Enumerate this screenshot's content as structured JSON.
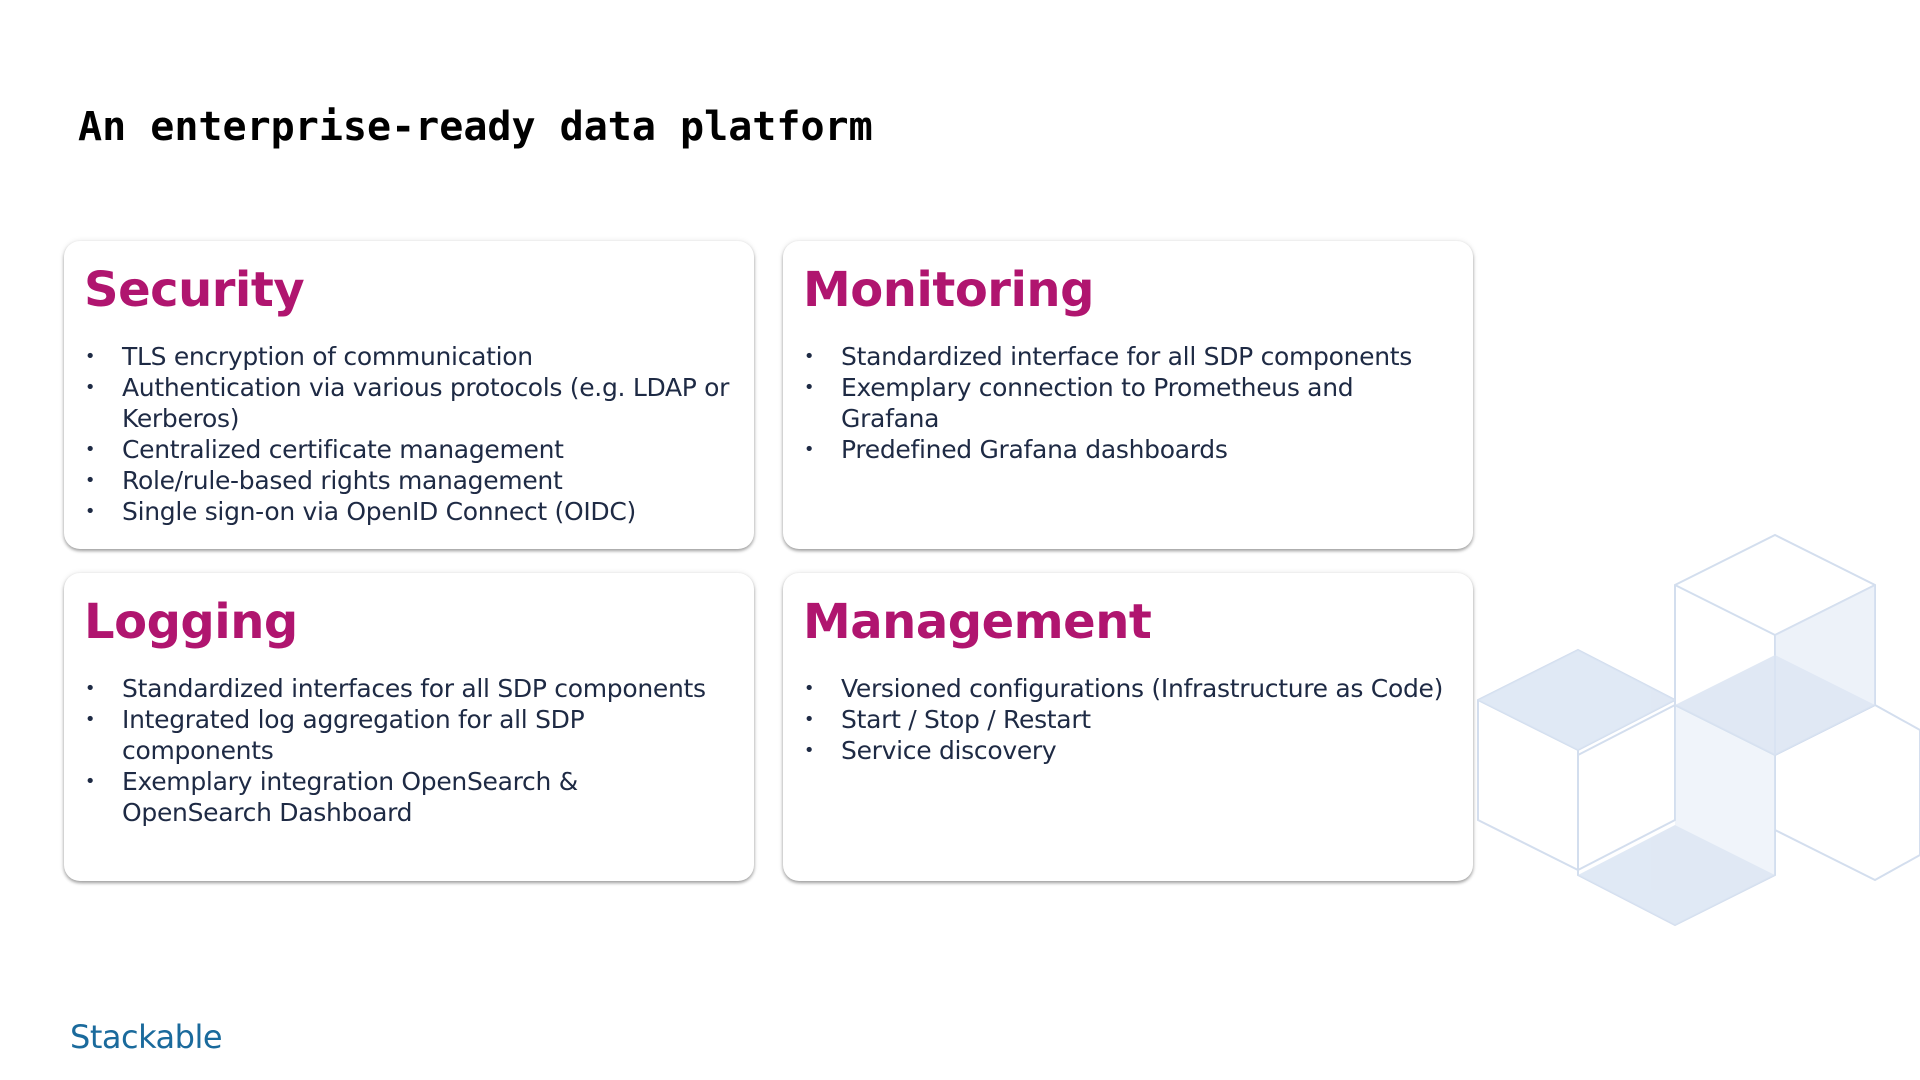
{
  "slide": {
    "title": "An enterprise-ready data platform"
  },
  "colors": {
    "accent": "#b0156f",
    "body_text": "#1e2a44",
    "logo": "#1a6a9c",
    "cube_light": "#dbe5f3",
    "cube_edge": "#c9d6ea"
  },
  "cards": [
    {
      "title": "Security",
      "items": [
        "TLS encryption of communication",
        "Authentication via various protocols (e.g. LDAP or Kerberos)",
        "Centralized certificate management",
        "Role/rule-based rights management",
        "Single sign-on via OpenID Connect (OIDC)"
      ]
    },
    {
      "title": "Monitoring",
      "items": [
        "Standardized interface for all SDP components",
        "Exemplary connection to Prometheus and Grafana",
        "Predefined Grafana dashboards"
      ]
    },
    {
      "title": "Logging",
      "items": [
        "Standardized interfaces for all SDP components",
        "Integrated log aggregation for all SDP components",
        "Exemplary integration OpenSearch & OpenSearch Dashboard"
      ]
    },
    {
      "title": "Management",
      "items": [
        "Versioned configurations (Infrastructure as Code)",
        "Start / Stop / Restart",
        "Service discovery"
      ]
    }
  ],
  "bullet_glyph": "•",
  "footer": {
    "logo_text": "Stackable"
  }
}
